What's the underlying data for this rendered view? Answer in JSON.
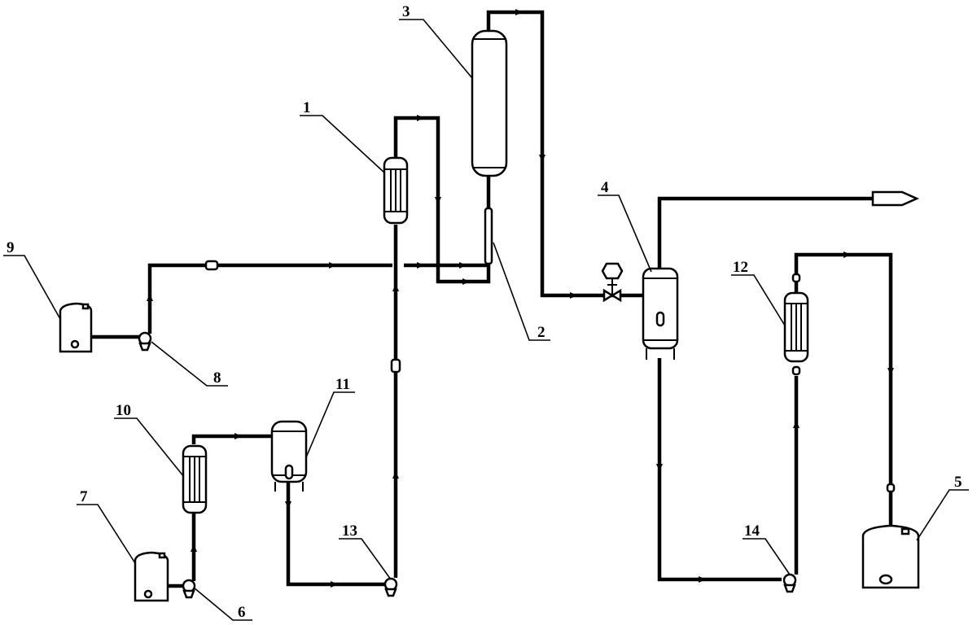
{
  "labels": {
    "c1": "1",
    "c2": "2",
    "c3": "3",
    "c4": "4",
    "c5": "5",
    "c6": "6",
    "c7": "7",
    "c8": "8",
    "c9": "9",
    "c10": "10",
    "c11": "11",
    "c12": "12",
    "c13": "13",
    "c14": "14"
  }
}
